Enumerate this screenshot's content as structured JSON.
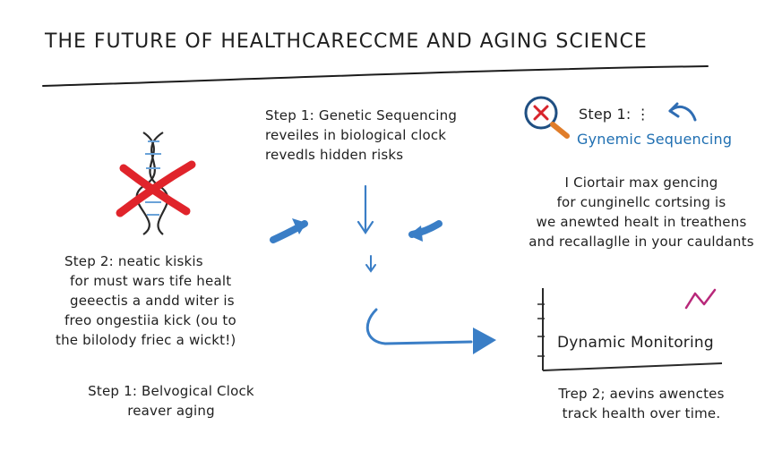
{
  "title": "THE FUTURE OF HEALTHCARECCME AND AGING SCIENCE",
  "top_middle": {
    "lines": [
      "Step 1: Genetic Sequencing",
      "reveiles in biological clock",
      "revedls hidden risks"
    ]
  },
  "top_right": {
    "step_label": "Step 1: ⋮",
    "subtitle": "Gynemic Sequencing",
    "lines": [
      "I Ciortair max gencing",
      "for cunginellc cortsing is",
      "we anewted healt in treathens",
      "and recallaglle in your cauldants"
    ]
  },
  "left": {
    "lines": [
      "Step 2: neatic kiskis",
      "for must wars tife healt",
      "geeectis a andd witer is",
      "freo ongestiia kick (ou to",
      "the bilolody friec a wickt!)"
    ]
  },
  "bottom_left": {
    "lines": [
      "Step 1: Belvogical Clock",
      "reaver aging"
    ]
  },
  "chart": {
    "label": "Dynamic Monitoring"
  },
  "bottom_right": {
    "lines": [
      "Trep 2; aevins awenctes",
      "track health over time."
    ]
  },
  "colors": {
    "ink": "#1c1c1c",
    "arrow_blue": "#3a7ec6",
    "cross_red": "#e0242b",
    "icon_red": "#d8242c",
    "magnifier_orange": "#e07d2a",
    "squiggle_magenta": "#b8287a"
  },
  "icons": {
    "dna": "dna-icon",
    "cross": "red-x-icon",
    "magnifier": "magnifier-icon",
    "curved_arrow": "curved-arrow-icon",
    "squiggle": "squiggle-icon"
  }
}
